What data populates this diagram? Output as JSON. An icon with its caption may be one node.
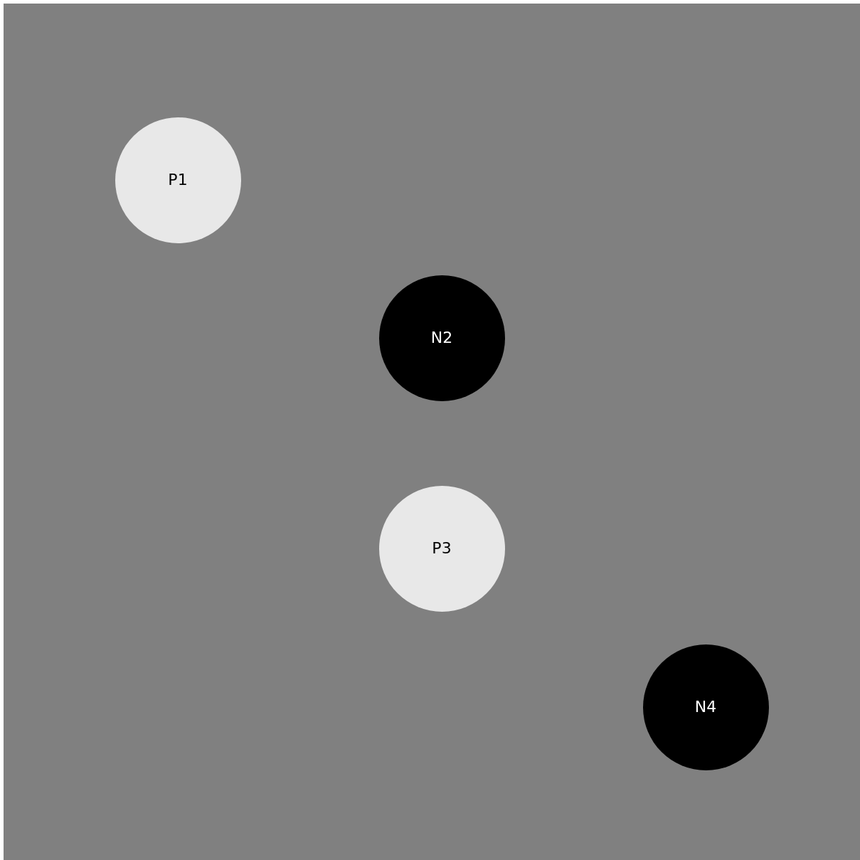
{
  "diagram": {
    "nodes": [
      {
        "text": [
          "P1"
        ]
      },
      {
        "text": [
          "N2"
        ]
      },
      {
        "text": [
          "P3"
        ]
      },
      {
        "text": [
          "N4"
        ]
      }
    ]
  }
}
